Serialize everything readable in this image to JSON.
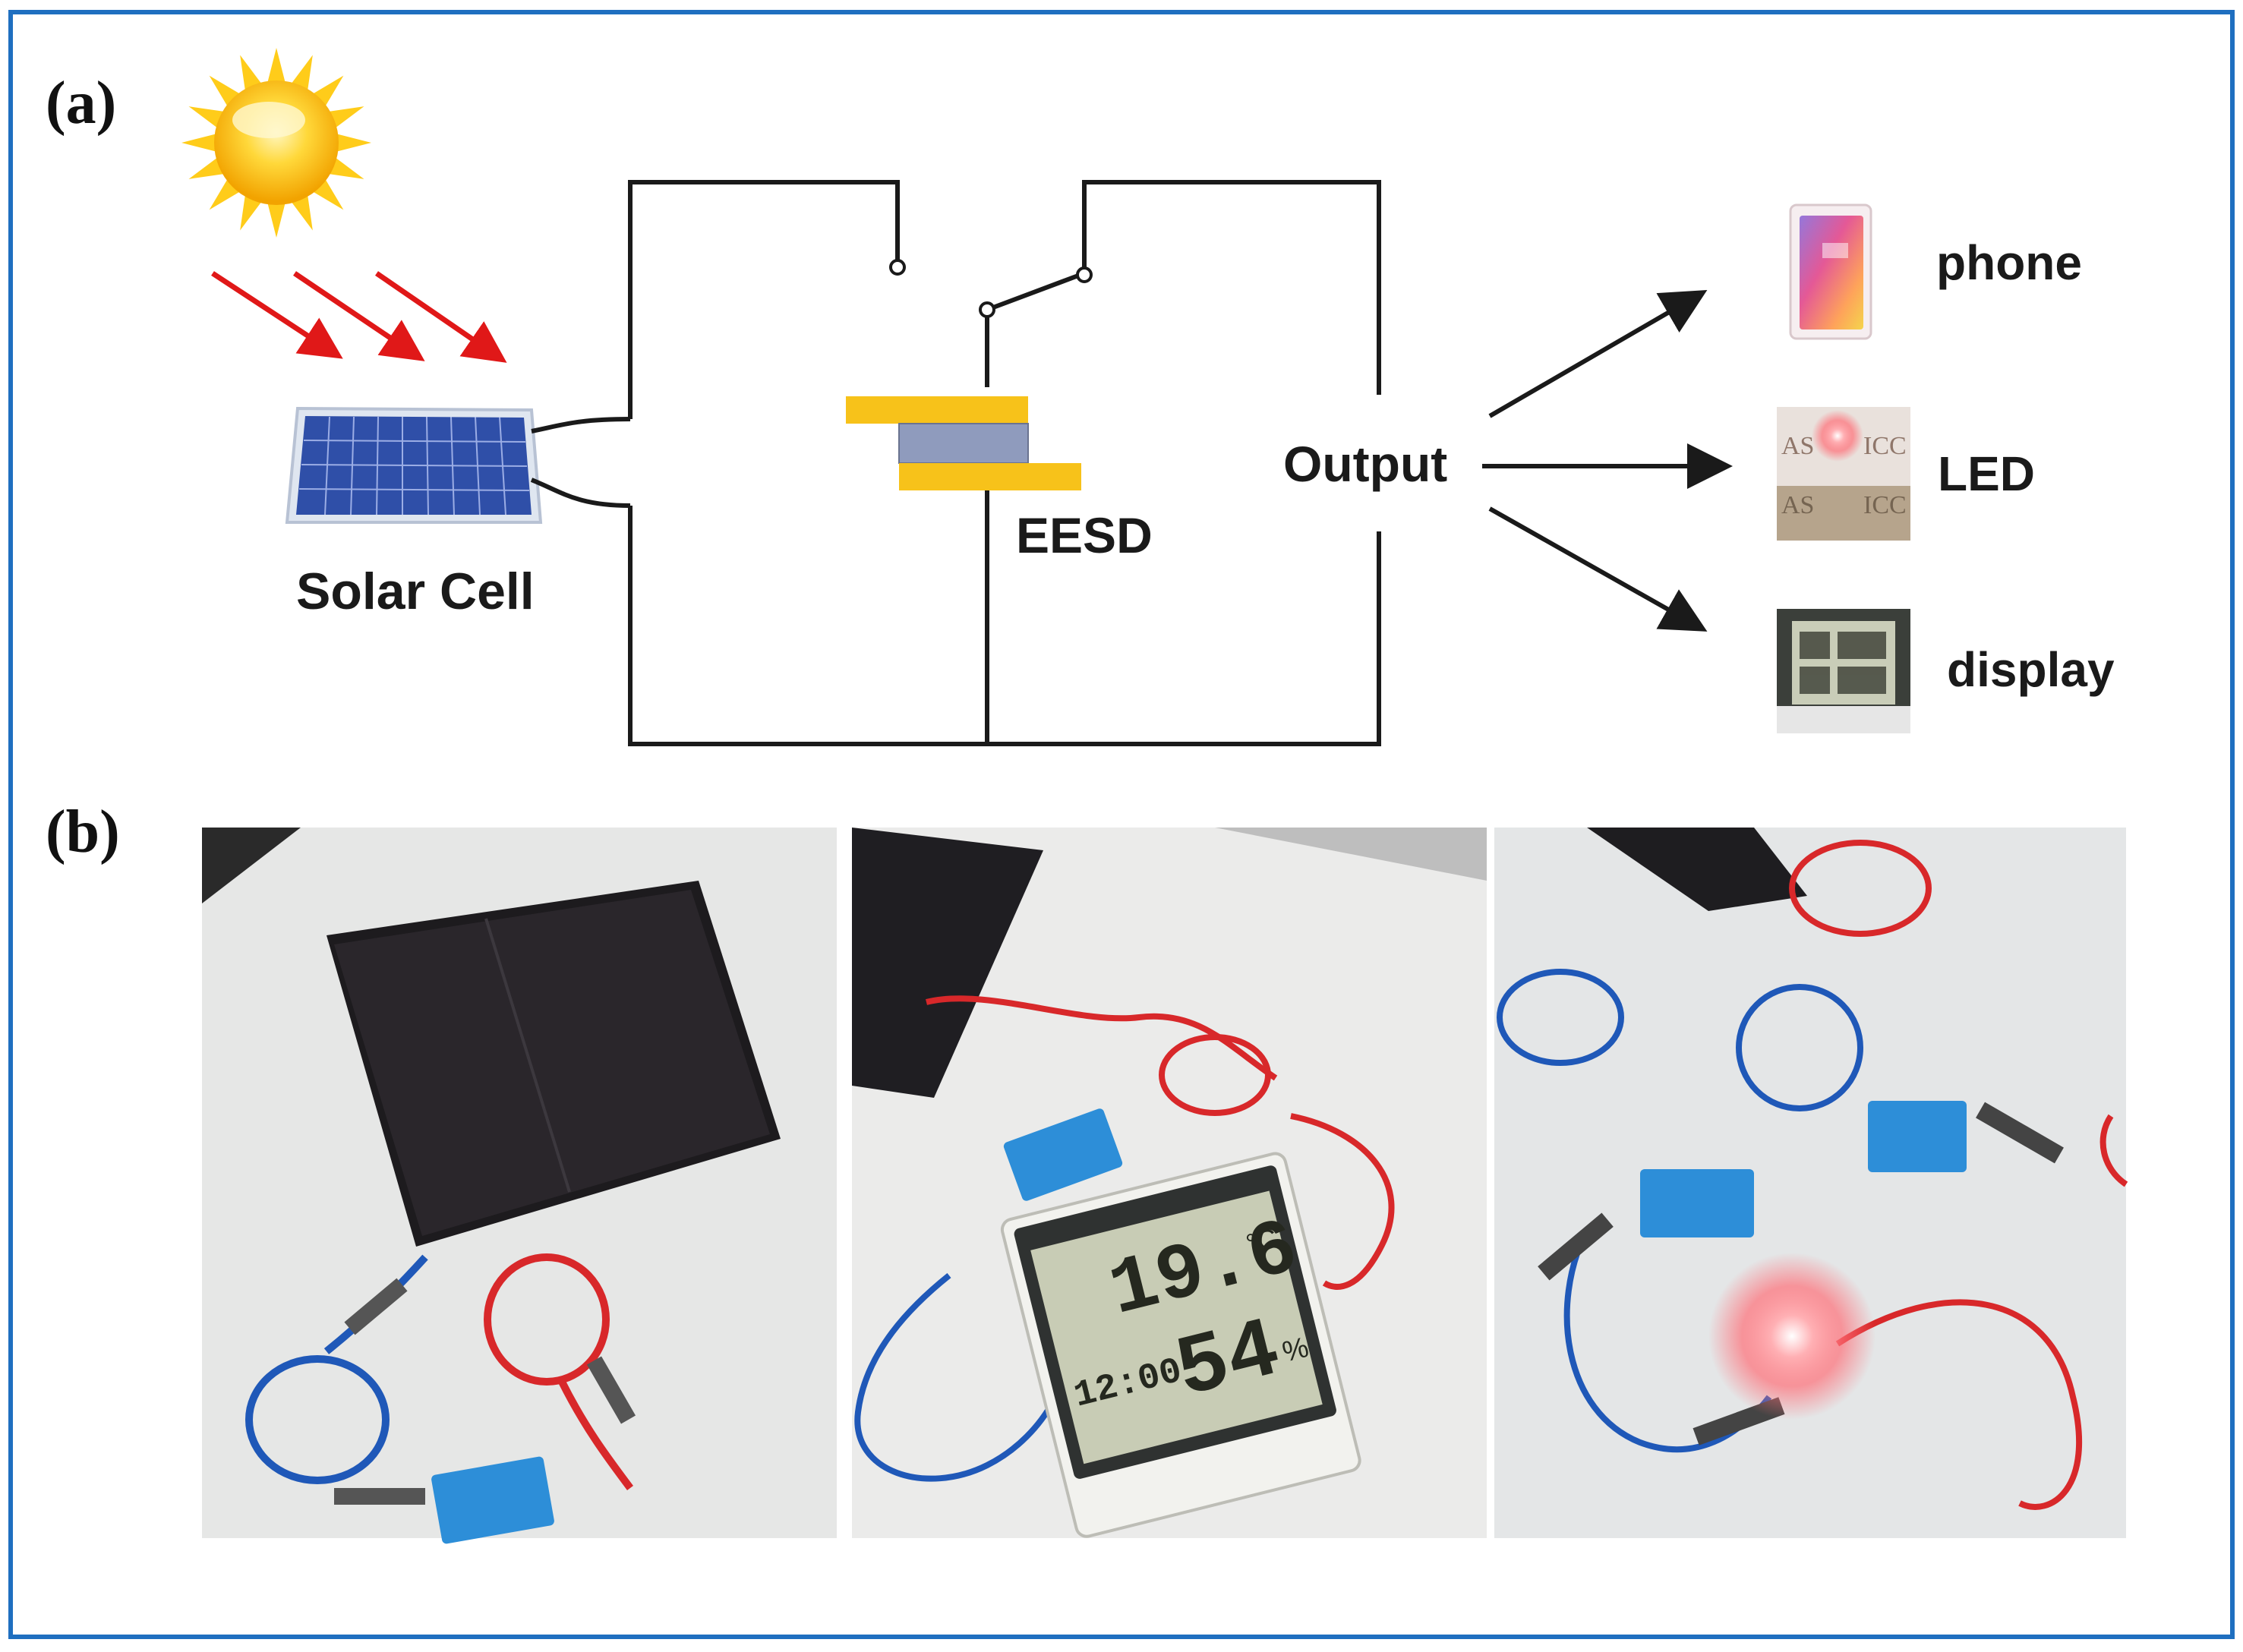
{
  "panel_a": {
    "label": "(a)",
    "solar_cell_label": "Solar Cell",
    "device_label": "EESD",
    "output_label": "Output",
    "outputs": [
      {
        "label": "phone",
        "icon": "phone-icon"
      },
      {
        "label": "LED",
        "icon": "led-icon"
      },
      {
        "label": "display",
        "icon": "display-icon"
      }
    ]
  },
  "panel_b": {
    "label": "(b)",
    "photos": [
      {
        "name": "photo-solar-cell-setup"
      },
      {
        "name": "photo-thermo-hygrometer-display"
      },
      {
        "name": "photo-red-led"
      }
    ],
    "display_readout": {
      "temperature": "19.6",
      "temperature_unit": "°C",
      "humidity": "54",
      "humidity_unit": "%",
      "time": "12:00"
    }
  },
  "colors": {
    "frame": "#1f6fc0",
    "wire": "#1a1a1a",
    "electrode": "#f7c21a",
    "electrolyte": "#8f9bbd",
    "sun": "#ffd21c",
    "light_ray": "#e01818",
    "solar_panel": "#2f4fa8",
    "red_wire": "#d8282a",
    "blue_wire": "#1f58b8",
    "blue_device": "#2d8ed8"
  }
}
